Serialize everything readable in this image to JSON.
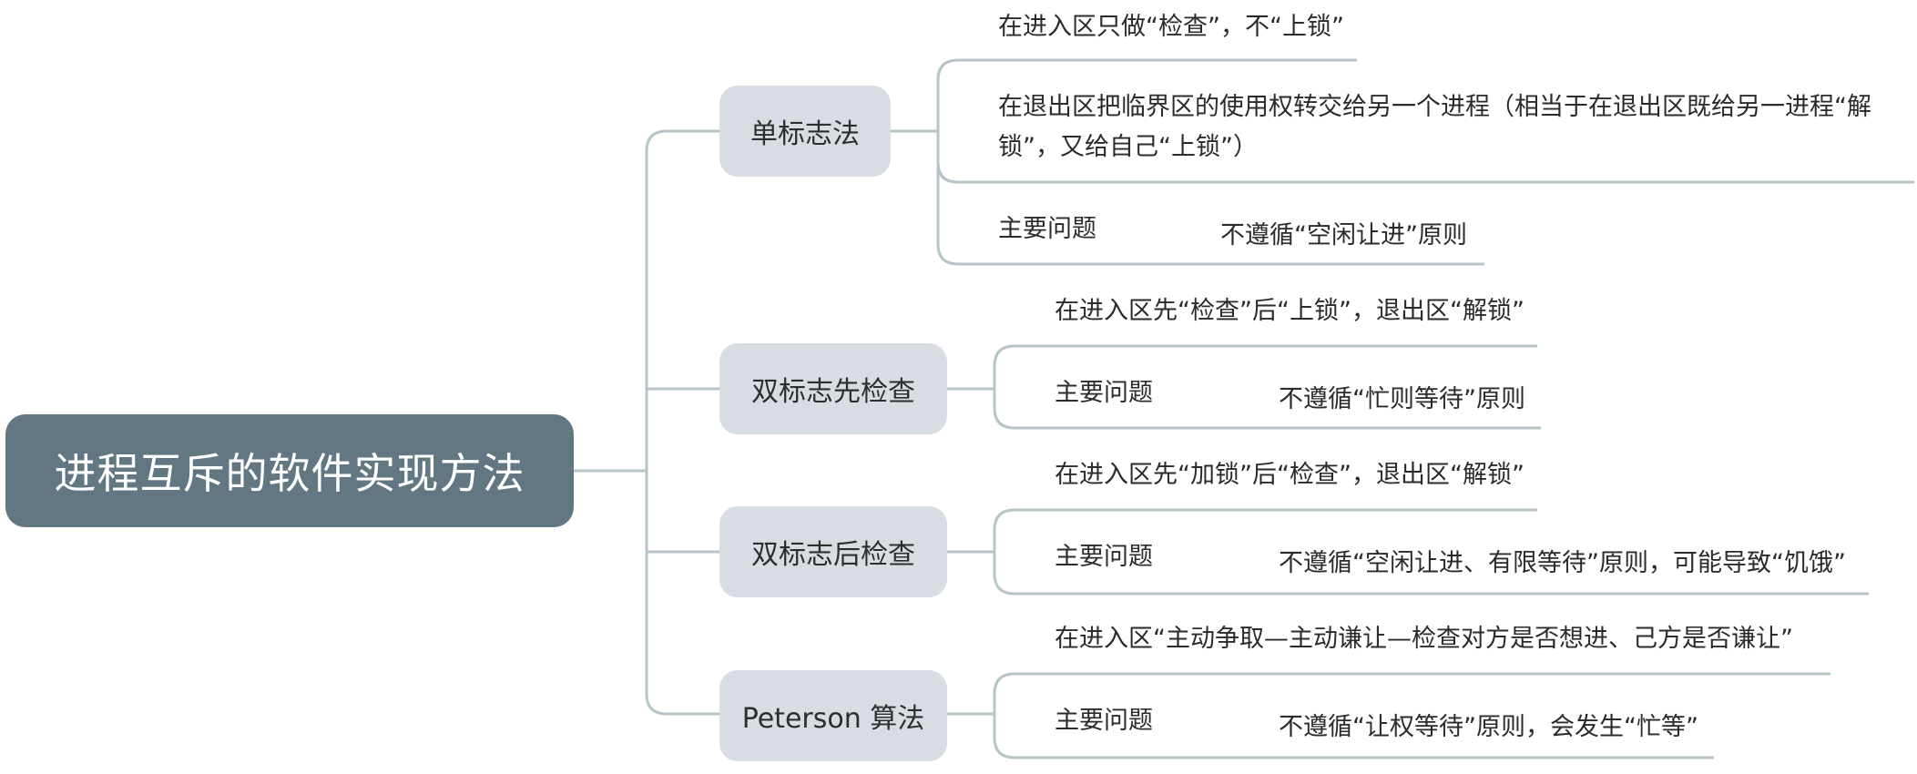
{
  "root": "进程互斥的软件实现方法",
  "branches": [
    {
      "label": "单标志法",
      "leaves": [
        {
          "text": "在进入区只做“检查”，不“上锁”"
        },
        {
          "text": "在退出区把临界区的使用权转交给另一个进程（相当于在退出区既给另一进程“解锁”，又给自己“上锁”）"
        },
        {
          "text": "主要问题",
          "sub": "不遵循“空闲让进”原则"
        }
      ]
    },
    {
      "label": "双标志先检查",
      "leaves": [
        {
          "text": "在进入区先“检查”后“上锁”，退出区“解锁”"
        },
        {
          "text": "主要问题",
          "sub": "不遵循“忙则等待”原则"
        }
      ]
    },
    {
      "label": "双标志后检查",
      "leaves": [
        {
          "text": "在进入区先“加锁”后“检查”，退出区“解锁”"
        },
        {
          "text": "主要问题",
          "sub": "不遵循“空闲让进、有限等待”原则，可能导致“饥饿”"
        }
      ]
    },
    {
      "label": "Peterson 算法",
      "leaves": [
        {
          "text": "在进入区“主动争取—主动谦让—检查对方是否想进、己方是否谦让”"
        },
        {
          "text": "主要问题",
          "sub": "不遵循“让权等待”原则，会发生“忙等”"
        }
      ]
    }
  ],
  "colors": {
    "root_fill": "#637783",
    "branch_fill": "#d8dde3",
    "connector": "#b7c5c8"
  }
}
